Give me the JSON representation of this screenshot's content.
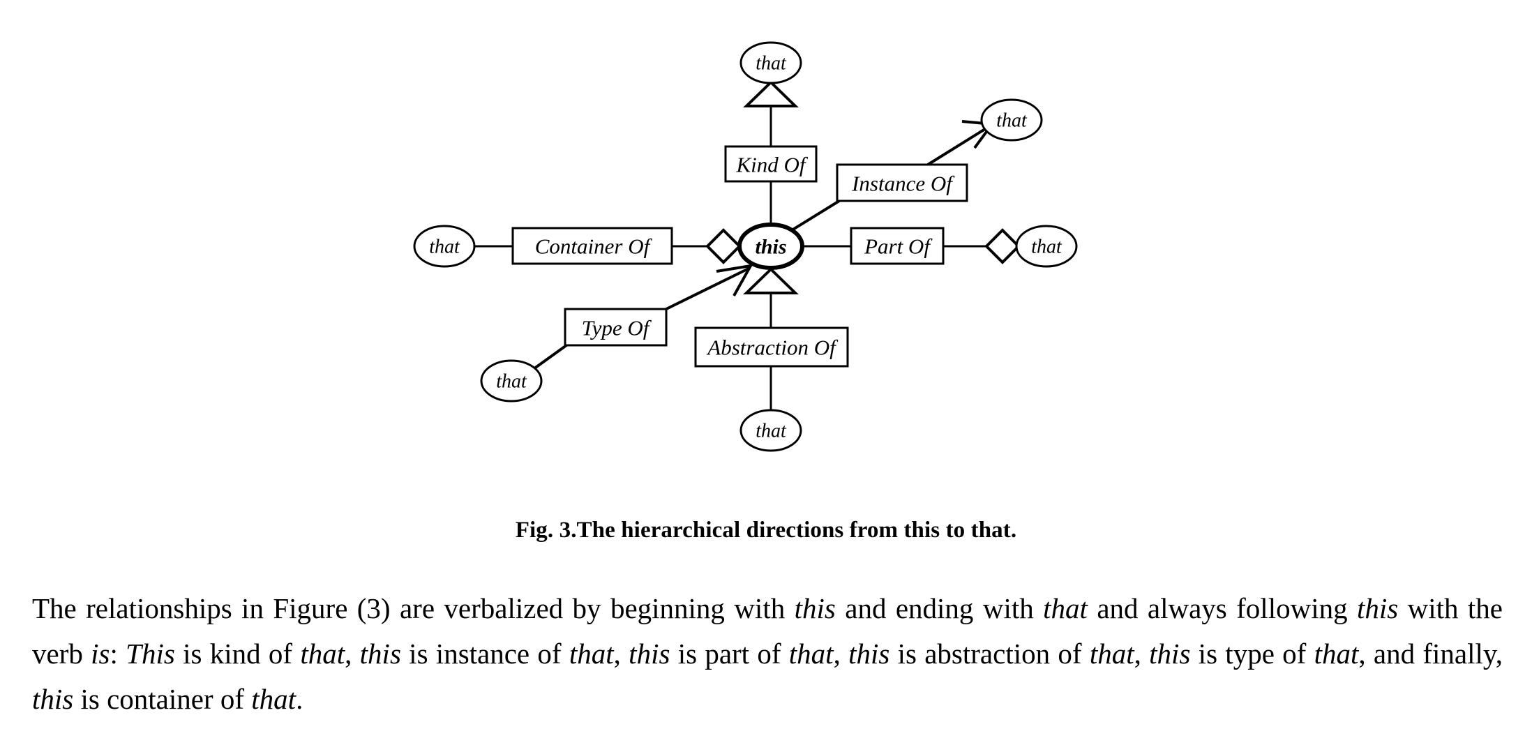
{
  "figure": {
    "center_node": {
      "label": "this"
    },
    "nodes": [
      {
        "id": "that-top",
        "label": "that"
      },
      {
        "id": "that-top-right",
        "label": "that"
      },
      {
        "id": "that-left",
        "label": "that"
      },
      {
        "id": "that-right",
        "label": "that"
      },
      {
        "id": "that-bottom-left",
        "label": "that"
      },
      {
        "id": "that-bottom",
        "label": "that"
      }
    ],
    "relations": [
      {
        "id": "kind-of",
        "label": "Kind Of",
        "direction": "up",
        "arrow": "hollow-triangle"
      },
      {
        "id": "instance-of",
        "label": "Instance Of",
        "direction": "up-right",
        "arrow": "open-arrow"
      },
      {
        "id": "container-of",
        "label": "Container Of",
        "direction": "left",
        "arrow": "diamond"
      },
      {
        "id": "part-of",
        "label": "Part Of",
        "direction": "right",
        "arrow": "diamond"
      },
      {
        "id": "type-of",
        "label": "Type Of",
        "direction": "down-left",
        "arrow": "open-arrow"
      },
      {
        "id": "abstraction-of",
        "label": "Abstraction Of",
        "direction": "down",
        "arrow": "hollow-triangle"
      }
    ],
    "caption": "Fig. 3.The hierarchical directions from this to that."
  },
  "body": {
    "paragraph_runs": [
      {
        "text": "The relationships in Figure (3) are verbalized by beginning with ",
        "italic": false
      },
      {
        "text": "this",
        "italic": true
      },
      {
        "text": " and ending with ",
        "italic": false
      },
      {
        "text": "that",
        "italic": true
      },
      {
        "text": " and always following ",
        "italic": false
      },
      {
        "text": "this",
        "italic": true
      },
      {
        "text": " with the verb ",
        "italic": false
      },
      {
        "text": "is",
        "italic": true
      },
      {
        "text": ": ",
        "italic": false
      },
      {
        "text": "This",
        "italic": true
      },
      {
        "text": " is kind of ",
        "italic": false
      },
      {
        "text": "that",
        "italic": true
      },
      {
        "text": ", ",
        "italic": false
      },
      {
        "text": "this",
        "italic": true
      },
      {
        "text": " is instance of ",
        "italic": false
      },
      {
        "text": "that",
        "italic": true
      },
      {
        "text": ", ",
        "italic": false
      },
      {
        "text": "this",
        "italic": true
      },
      {
        "text": " is part of ",
        "italic": false
      },
      {
        "text": "that",
        "italic": true
      },
      {
        "text": ", ",
        "italic": false
      },
      {
        "text": "this",
        "italic": true
      },
      {
        "text": " is abstraction of ",
        "italic": false
      },
      {
        "text": "that",
        "italic": true
      },
      {
        "text": ", ",
        "italic": false
      },
      {
        "text": "this",
        "italic": true
      },
      {
        "text": " is type of ",
        "italic": false
      },
      {
        "text": "that",
        "italic": true
      },
      {
        "text": ", and finally, ",
        "italic": false
      },
      {
        "text": "this",
        "italic": true
      },
      {
        "text": " is container of ",
        "italic": false
      },
      {
        "text": "that",
        "italic": true
      },
      {
        "text": ".",
        "italic": false
      }
    ]
  },
  "colors": {
    "background": "#ffffff",
    "ink": "#000000"
  }
}
